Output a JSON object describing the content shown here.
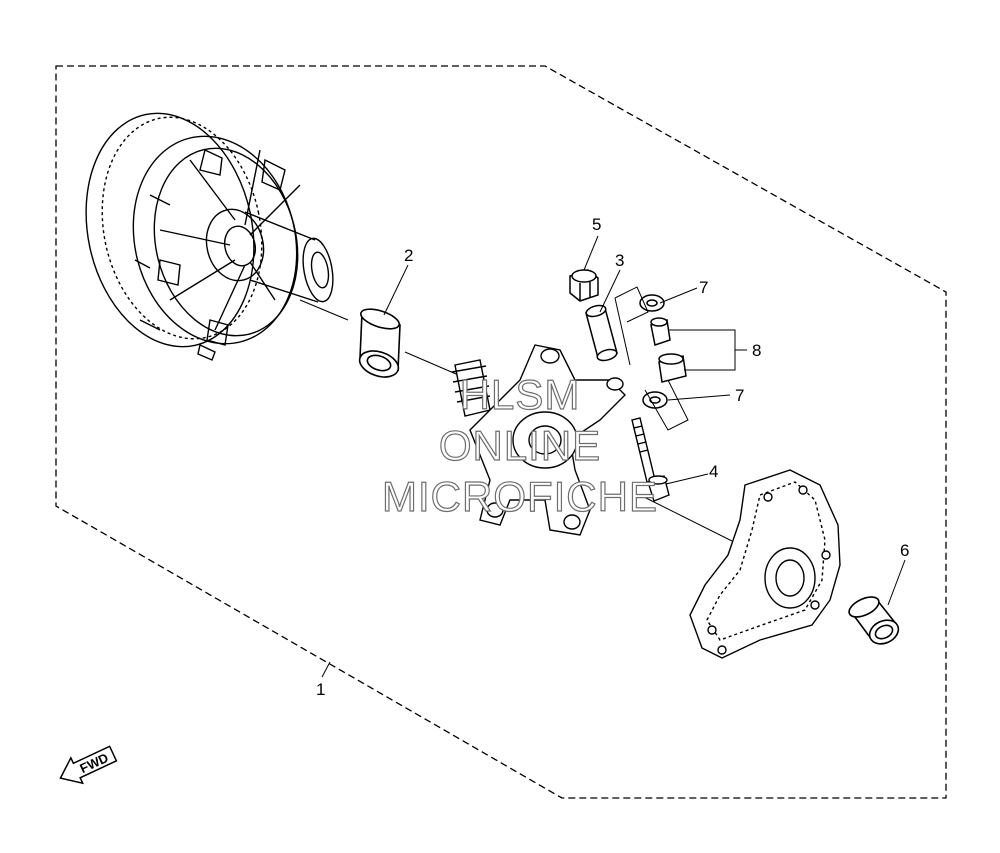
{
  "callouts": {
    "c1": "1",
    "c2": "2",
    "c3": "3",
    "c4": "4",
    "c5": "5",
    "c6": "6",
    "c7a": "7",
    "c7b": "7",
    "c8": "8"
  },
  "watermark": {
    "line1": "HLSM",
    "line2": "ONLINE",
    "line3": "MICROFICHE"
  },
  "fwd_label": "FWD"
}
